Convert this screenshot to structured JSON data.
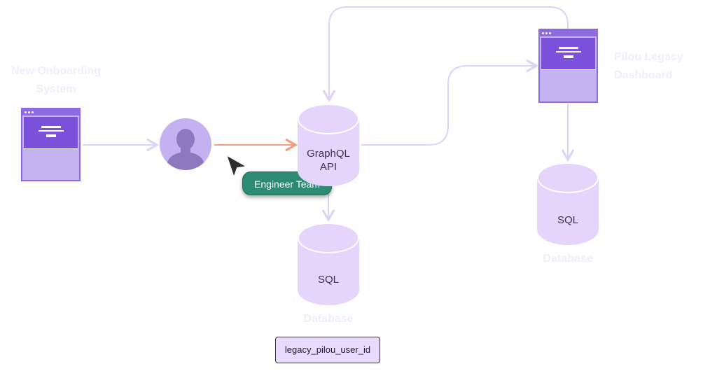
{
  "nodes": {
    "new_onboarding": {
      "label_line1": "New Onboarding",
      "label_line2": "System",
      "icon": "browser-window-icon"
    },
    "engineer": {
      "icon": "user-avatar-icon",
      "badge": "Engineer Team"
    },
    "graphql": {
      "line1": "GraphQL",
      "line2": "API",
      "icon": "database-cylinder-icon"
    },
    "sql_left": {
      "title": "SQL",
      "caption": "Database"
    },
    "pilou_legacy": {
      "label_line1": "Pilou Legacy",
      "label_line2": "Dashboard",
      "icon": "browser-window-icon"
    },
    "sql_right": {
      "title": "SQL",
      "caption": "Database"
    }
  },
  "tag": {
    "text": "legacy_pilou_user_id"
  },
  "colors": {
    "connector": "#ddd3f7",
    "highlight_arrow": "#f0a07e",
    "window_border": "#8d6ae0",
    "window_fill": "#c5b3ef",
    "cylinder_fill": "#e5d4fb",
    "badge_fill": "#2d8a73",
    "caption_text": "#f1eefb"
  }
}
